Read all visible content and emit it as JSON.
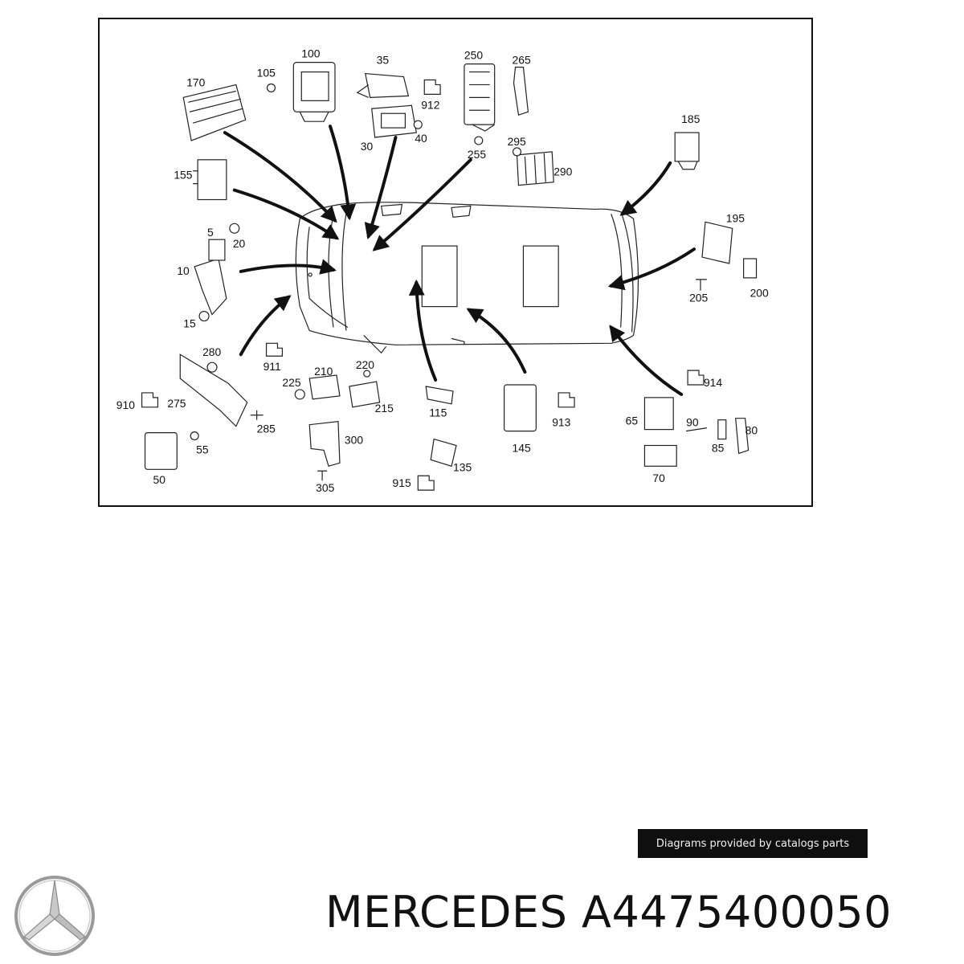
{
  "diagram": {
    "labels": [
      {
        "id": "100",
        "text": "100"
      },
      {
        "id": "105",
        "text": "105"
      },
      {
        "id": "170",
        "text": "170"
      },
      {
        "id": "35",
        "text": "35"
      },
      {
        "id": "912",
        "text": "912"
      },
      {
        "id": "30",
        "text": "30"
      },
      {
        "id": "40",
        "text": "40"
      },
      {
        "id": "250",
        "text": "250"
      },
      {
        "id": "265",
        "text": "265"
      },
      {
        "id": "255",
        "text": "255"
      },
      {
        "id": "295",
        "text": "295"
      },
      {
        "id": "290",
        "text": "290"
      },
      {
        "id": "185",
        "text": "185"
      },
      {
        "id": "155",
        "text": "155"
      },
      {
        "id": "5",
        "text": "5"
      },
      {
        "id": "20",
        "text": "20"
      },
      {
        "id": "10",
        "text": "10"
      },
      {
        "id": "15",
        "text": "15"
      },
      {
        "id": "195",
        "text": "195"
      },
      {
        "id": "205",
        "text": "205"
      },
      {
        "id": "200",
        "text": "200"
      },
      {
        "id": "280",
        "text": "280"
      },
      {
        "id": "911",
        "text": "911"
      },
      {
        "id": "220",
        "text": "220"
      },
      {
        "id": "225",
        "text": "225"
      },
      {
        "id": "210",
        "text": "210"
      },
      {
        "id": "215",
        "text": "215"
      },
      {
        "id": "910",
        "text": "910"
      },
      {
        "id": "275",
        "text": "275"
      },
      {
        "id": "285",
        "text": "285"
      },
      {
        "id": "55",
        "text": "55"
      },
      {
        "id": "50",
        "text": "50"
      },
      {
        "id": "300",
        "text": "300"
      },
      {
        "id": "305",
        "text": "305"
      },
      {
        "id": "115",
        "text": "115"
      },
      {
        "id": "145",
        "text": "145"
      },
      {
        "id": "913",
        "text": "913"
      },
      {
        "id": "135",
        "text": "135"
      },
      {
        "id": "915",
        "text": "915"
      },
      {
        "id": "914",
        "text": "914"
      },
      {
        "id": "65",
        "text": "65"
      },
      {
        "id": "90",
        "text": "90"
      },
      {
        "id": "80",
        "text": "80"
      },
      {
        "id": "85",
        "text": "85"
      },
      {
        "id": "70",
        "text": "70"
      }
    ]
  },
  "attribution": "Diagrams provided by catalogs parts",
  "brand": {
    "name": "MERCEDES",
    "part_number": "A4475400050",
    "logo_icon": "mercedes-star-icon"
  }
}
